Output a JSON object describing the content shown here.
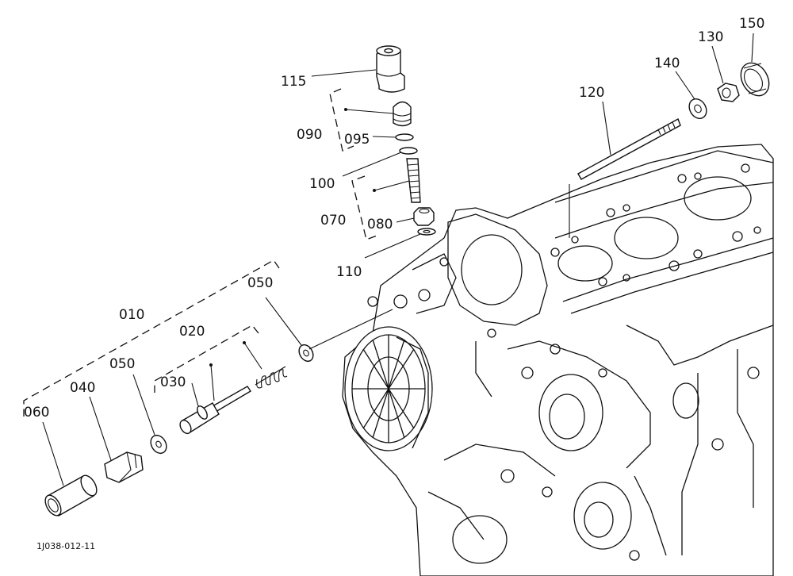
{
  "figure_id": "1J038-012-11",
  "labels": {
    "p115": "115",
    "p090": "090",
    "p095": "095",
    "p100": "100",
    "p070": "070",
    "p080": "080",
    "p110": "110",
    "p120": "120",
    "p140": "140",
    "p130": "130",
    "p150": "150",
    "p050a": "050",
    "p010": "010",
    "p020": "020",
    "p050b": "050",
    "p030": "030",
    "p040": "040",
    "p060": "060"
  }
}
